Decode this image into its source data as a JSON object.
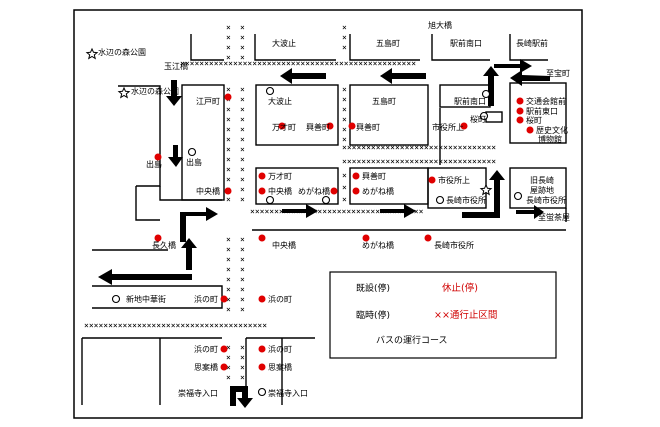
{
  "streets": {
    "mizube_top": "水辺の森公園",
    "tamae_bashi": "玉江橋",
    "ohato_top": "大波止",
    "goshima_top": "五島町",
    "ekimae_minami_top": "駅前南口",
    "nagasaki_eki_top": "長崎駅前",
    "asahi_ohashi": "旭大橋",
    "shiho_machi": "至宝町",
    "mizube_left": "水辺の森公園",
    "edo_machi": "江戸町",
    "ohato_mid": "大波止",
    "goshima_mid": "五島町",
    "ekimae_minami_mid": "駅前南口",
    "kotsu_kaikan": "交通会館前",
    "ekimae_higashi": "駅前東口",
    "sakura_machi_right": "桜町",
    "rekishi_bunka": "歴史文化",
    "hakubutsukan": "博物館",
    "sakura_machi_mid": "桜町",
    "manzai_top": "万才町",
    "kouzen_top": "興善町",
    "kouzen_left": "興善町",
    "shiyakusho_ue": "市役所上",
    "dejima_left": "出島",
    "dejima_in": "出島",
    "manzai_mid": "万才町",
    "kouzen_mid": "興善町",
    "shiyakusho_ue_mid": "市役所上",
    "kyu_nagasaki_1": "旧長崎",
    "kyu_nagasaki_2": "屋跡地",
    "chuobashi_left": "中央橋",
    "chuobashi_mid": "中央橋",
    "meganebashi_mid": "めがね橋",
    "meganebashi_inner": "めがね橋",
    "nagasaki_shiyakusho": "長崎市役所",
    "nagasaki_shiyakusho_right": "長崎市役所",
    "shi_hotarujaya": "至蛍茶屋",
    "nagasaki_bashi": "長久橋",
    "chuobashi_bottom": "中央橋",
    "meganebashi_bottom": "めがね橋",
    "nagasaki_shiyakusho_bottom": "長崎市役所",
    "shinchi_chukagai": "新地中華街",
    "hamanomachi_1": "浜の町",
    "hamanomachi_2": "浜の町",
    "hamanomachi_3": "浜の町",
    "hamanomachi_4": "浜の町",
    "shianbashi_1": "思案橋",
    "shianbashi_2": "思案橋",
    "sofukuji_1": "崇福寺入口",
    "sofukuji_2": "崇福寺入口"
  },
  "legend": {
    "existing": "既設(停)",
    "temporary": "臨時(停)",
    "suspended": "休止(停)",
    "closed": "××通行止区間",
    "bus_course": "バスの運行コース"
  },
  "colors": {
    "stop_red": "#e00000",
    "text_red": "#d00000",
    "ink": "#000000"
  }
}
